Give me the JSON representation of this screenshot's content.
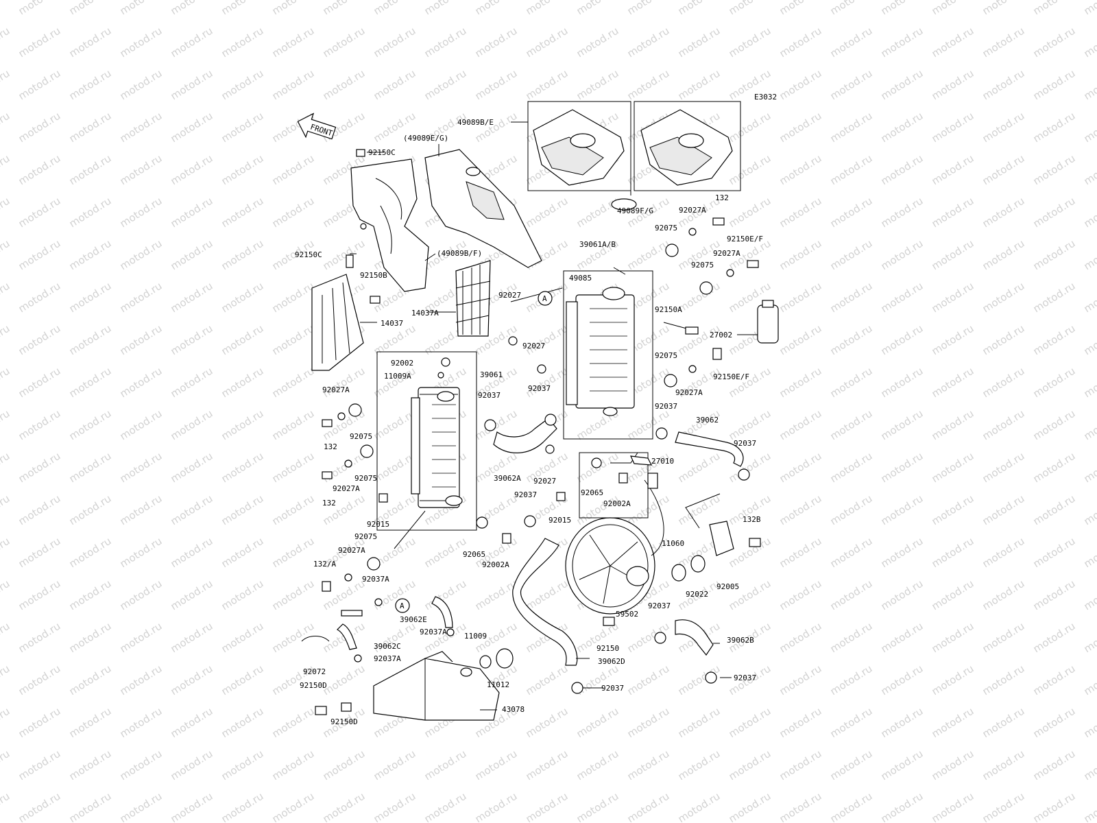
{
  "watermark": "motod.ru",
  "diagram_code": "E3032",
  "front_arrow": "FRONT",
  "ref_marker": "A",
  "labels": [
    "49089B/E",
    "(49089E/G)",
    "92150C",
    "92150C",
    "(49089B/F)",
    "92150B",
    "14037A",
    "14037",
    "49089F/G",
    "132",
    "92027A",
    "92075",
    "92150E/F",
    "39061A/B",
    "49085",
    "92027A",
    "92075",
    "92150A",
    "27002",
    "92027",
    "92027",
    "92002",
    "11009A",
    "39061",
    "92075",
    "92150E/F",
    "92027A",
    "92037",
    "92037",
    "92027A",
    "132",
    "92075",
    "92037",
    "39062",
    "92037",
    "27010",
    "92075",
    "92027A",
    "132",
    "39062A",
    "92027",
    "92065",
    "92002A",
    "92037",
    "92015",
    "92015",
    "132B",
    "92075",
    "92027A",
    "132/A",
    "92037A",
    "92065",
    "92002A",
    "11060",
    "92022",
    "92005",
    "39062E",
    "92037A",
    "11009",
    "59502",
    "92037",
    "92150",
    "39062B",
    "39062C",
    "92037A",
    "39062D",
    "11012",
    "92072",
    "92150D",
    "92150D",
    "92037",
    "92037",
    "43078"
  ]
}
